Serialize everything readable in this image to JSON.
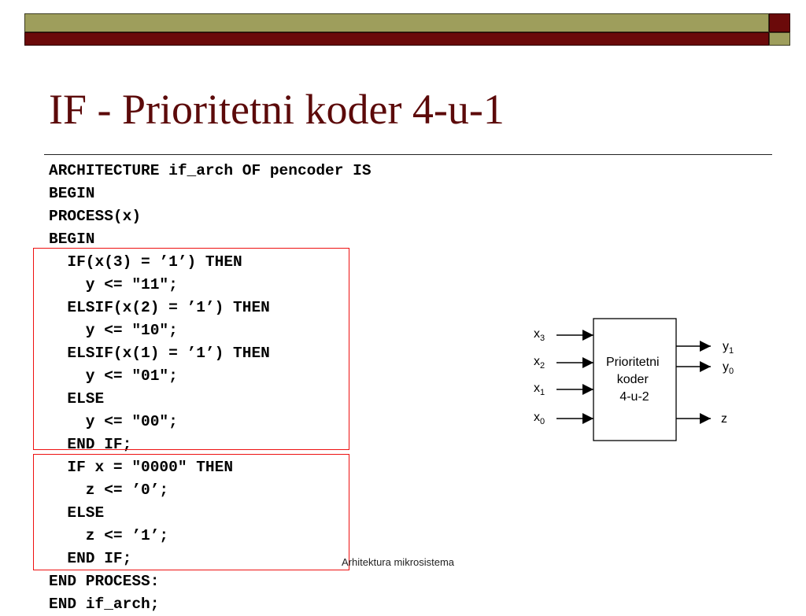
{
  "slide": {
    "title": "IF - Prioritetni koder 4-u-1",
    "footer": "Arhitektura mikrosistema"
  },
  "colors": {
    "band_olive": "#9e9e5c",
    "band_red": "#6b0a0a",
    "title": "#5c0a0a",
    "highlight": "#ee1111"
  },
  "code": [
    "ARCHITECTURE if_arch OF pencoder IS",
    "BEGIN",
    "PROCESS(x)",
    "BEGIN",
    "  IF(x(3) = ’1’) THEN",
    "    y <= \"11\";",
    "  ELSIF(x(2) = ’1’) THEN",
    "    y <= \"10\";",
    "  ELSIF(x(1) = ’1’) THEN",
    "    y <= \"01\";",
    "  ELSE",
    "    y <= \"00\";",
    "  END IF;",
    "  IF x = \"0000\" THEN",
    "    z <= ’0’;",
    "  ELSE",
    "    z <= ’1’;",
    "  END IF;",
    "END PROCESS:",
    "END if_arch;"
  ],
  "diagram": {
    "block_label": [
      "Prioritetni",
      "koder",
      "4-u-2"
    ],
    "inputs": [
      {
        "base": "x",
        "sub": "3"
      },
      {
        "base": "x",
        "sub": "2"
      },
      {
        "base": "x",
        "sub": "1"
      },
      {
        "base": "x",
        "sub": "0"
      }
    ],
    "outputs": [
      {
        "base": "y",
        "sub": "1"
      },
      {
        "base": "y",
        "sub": "0"
      },
      {
        "base": "z",
        "sub": ""
      }
    ]
  }
}
